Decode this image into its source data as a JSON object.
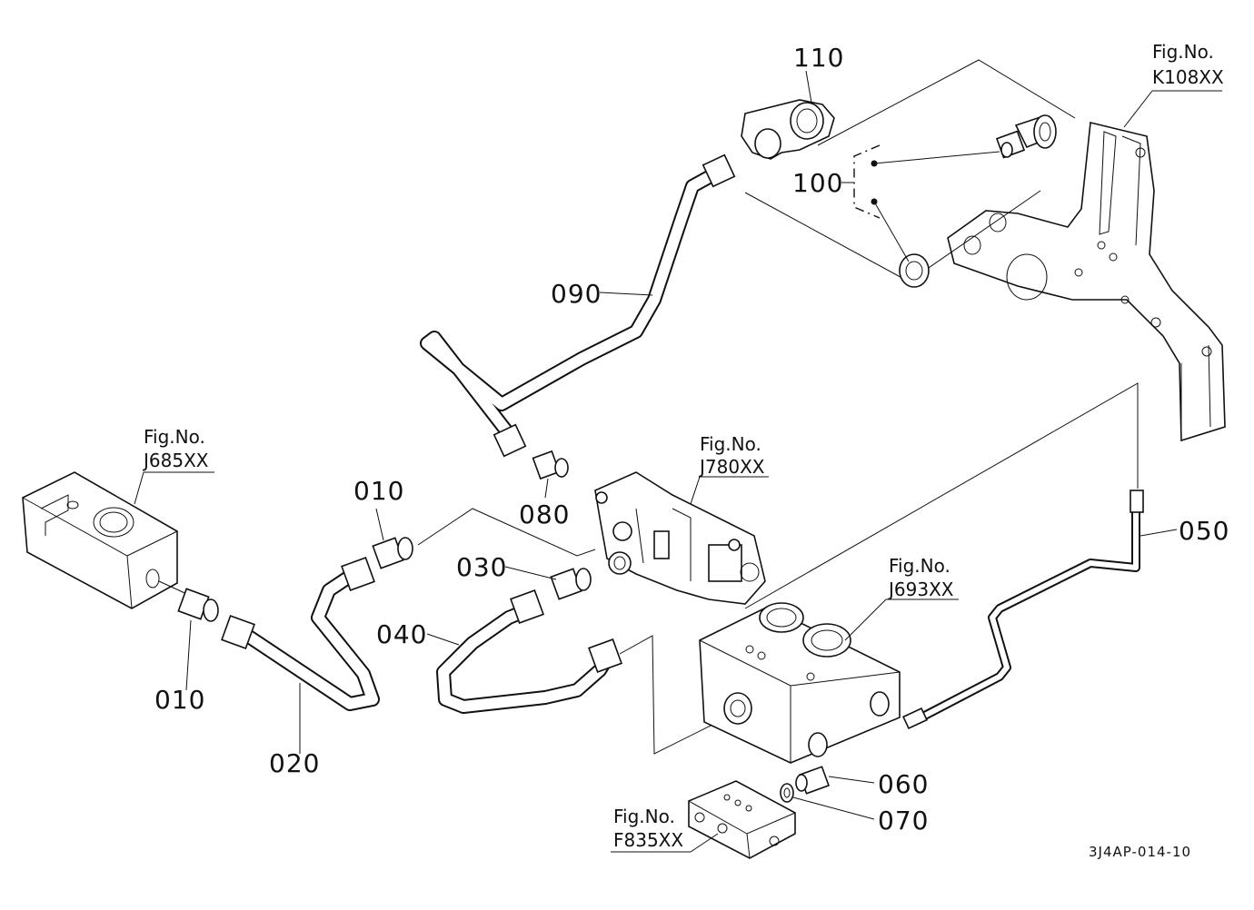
{
  "part_labels": {
    "p010a": "010",
    "p010b": "010",
    "p020": "020",
    "p030": "030",
    "p040": "040",
    "p050": "050",
    "p060": "060",
    "p070": "070",
    "p080": "080",
    "p090": "090",
    "p100": "100",
    "p110": "110"
  },
  "fig_refs": {
    "k108": {
      "title": "Fig.No.",
      "code": "K108XX"
    },
    "j685": {
      "title": "Fig.No.",
      "code": "J685XX"
    },
    "j780": {
      "title": "Fig.No.",
      "code": "J780XX"
    },
    "j693": {
      "title": "Fig.No.",
      "code": "J693XX"
    },
    "f835": {
      "title": "Fig.No.",
      "code": "F835XX"
    }
  },
  "drawing_code": "3J4AP-014-10"
}
